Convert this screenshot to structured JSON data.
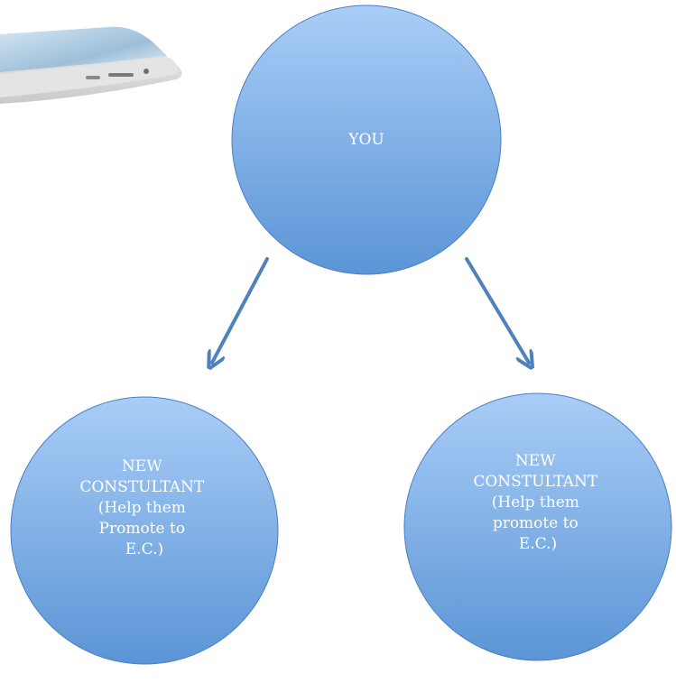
{
  "nodes": {
    "you": {
      "lines": [
        "YOU"
      ]
    },
    "left": {
      "lines": [
        "NEW",
        "CONSTULTANT",
        "(Help them",
        "Promote to",
        "E.C.)"
      ]
    },
    "right": {
      "lines": [
        "NEW",
        "CONSTULTANT",
        "(Help them",
        "promote to",
        "E.C.)"
      ]
    }
  },
  "connections": [
    {
      "from": "you",
      "to": "left"
    },
    {
      "from": "you",
      "to": "right"
    }
  ],
  "colors": {
    "circle_top": "#a9cdf7",
    "circle_bottom": "#5b95d6",
    "circle_stroke": "#4a7fc0",
    "arrow": "#4f81bd",
    "text": "#ffffff"
  },
  "decorations": {
    "corner_image": "tablet-device-photo"
  }
}
